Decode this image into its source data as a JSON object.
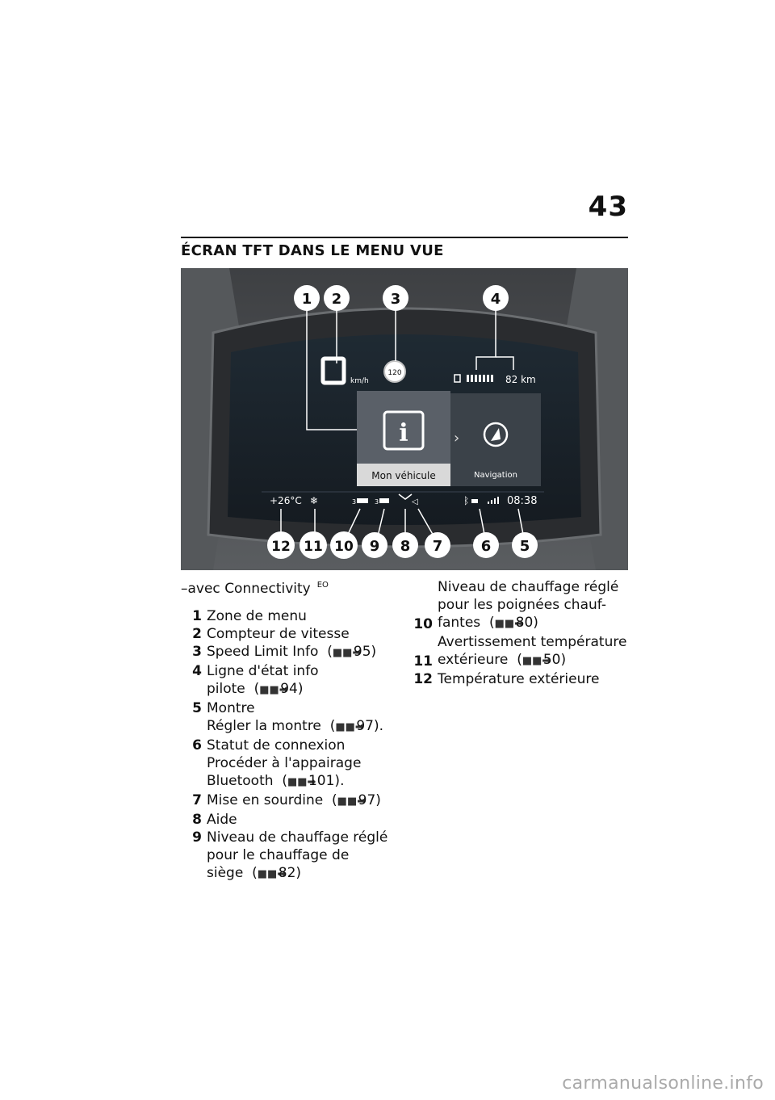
{
  "page": {
    "number": "43",
    "section_title": "ÉCRAN TFT DANS LE MENU VUE",
    "footer": "carmanualsonline.info"
  },
  "figure": {
    "callouts": [
      "1",
      "2",
      "3",
      "4",
      "5",
      "6",
      "7",
      "8",
      "9",
      "10",
      "11",
      "12"
    ],
    "screen": {
      "speed_unit": "km/h",
      "speed_limit": "120",
      "range": "82 km",
      "menu_selected": "Mon véhicule",
      "menu_next": "Navigation",
      "temperature": "+26°C",
      "clock": "08:38",
      "grip_heat": "3",
      "seat_heat": "3"
    }
  },
  "legend": {
    "intro": "–avec Connectivity",
    "intro_code": "EO",
    "ref_symbol": "arrow-ref-icon",
    "left": [
      {
        "num": "1",
        "lines": [
          "Zone de menu"
        ]
      },
      {
        "num": "2",
        "lines": [
          "Compteur de vitesse"
        ]
      },
      {
        "num": "3",
        "lines": [
          "Speed Limit Info"
        ],
        "ref": "95)"
      },
      {
        "num": "4",
        "lines": [
          "Ligne d'état info pilote"
        ],
        "ref": "94)"
      },
      {
        "num": "5",
        "lines": [
          "Montre",
          "Régler la montre"
        ],
        "ref": "97)."
      },
      {
        "num": "6",
        "lines": [
          "Statut de connexion",
          "Procéder à l'appairage",
          "Bluetooth"
        ],
        "ref": "101)."
      },
      {
        "num": "7",
        "lines": [
          "Mise en sourdine"
        ],
        "ref": "97)"
      },
      {
        "num": "8",
        "lines": [
          "Aide"
        ]
      },
      {
        "num": "9",
        "lines": [
          "Niveau de chauffage réglé",
          "pour le chauffage de siège"
        ],
        "ref": "82)"
      }
    ],
    "right": [
      {
        "num": "10",
        "lines": [
          "Niveau de chauffage réglé",
          "pour les poignées chauf-",
          "fantes"
        ],
        "ref": "80)"
      },
      {
        "num": "11",
        "lines": [
          "Avertissement température",
          "extérieure"
        ],
        "ref": "50)"
      },
      {
        "num": "12",
        "lines": [
          "Température extérieure"
        ]
      }
    ]
  }
}
